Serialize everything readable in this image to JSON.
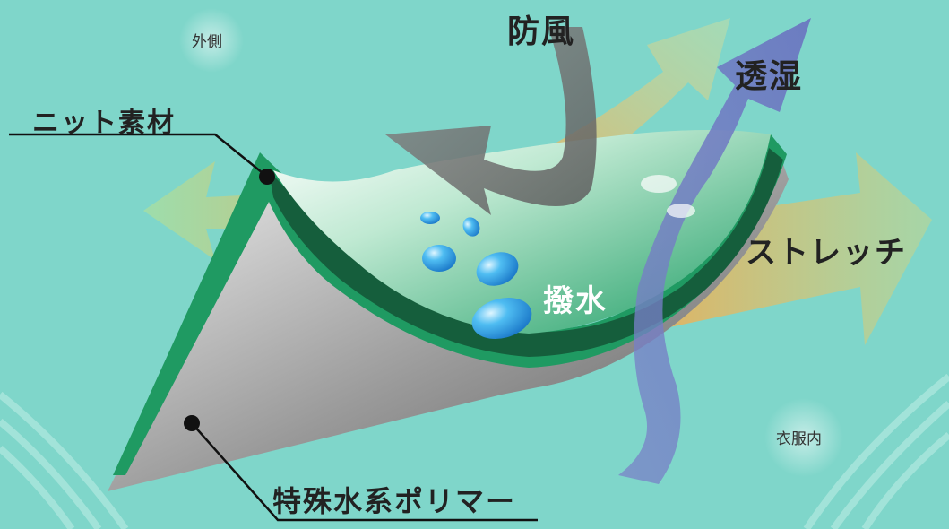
{
  "labels": {
    "outside": "外側",
    "windproof": "防風",
    "breathable": "透湿",
    "knit_material": "ニット素材",
    "stretch": "ストレッチ",
    "water_repellent": "撥水",
    "inside": "衣服内",
    "polymer": "特殊水系ポリマー"
  },
  "colors": {
    "background": "#7fd6ca",
    "knit_layer": "#1f9a62",
    "polymer_layer": "#8e8e8e",
    "stretch_arrow": "#f5a64a",
    "wind_arrow": "#777777",
    "moisture_arrow": "#6f78c2",
    "water_drop": "#2aa3e6"
  }
}
